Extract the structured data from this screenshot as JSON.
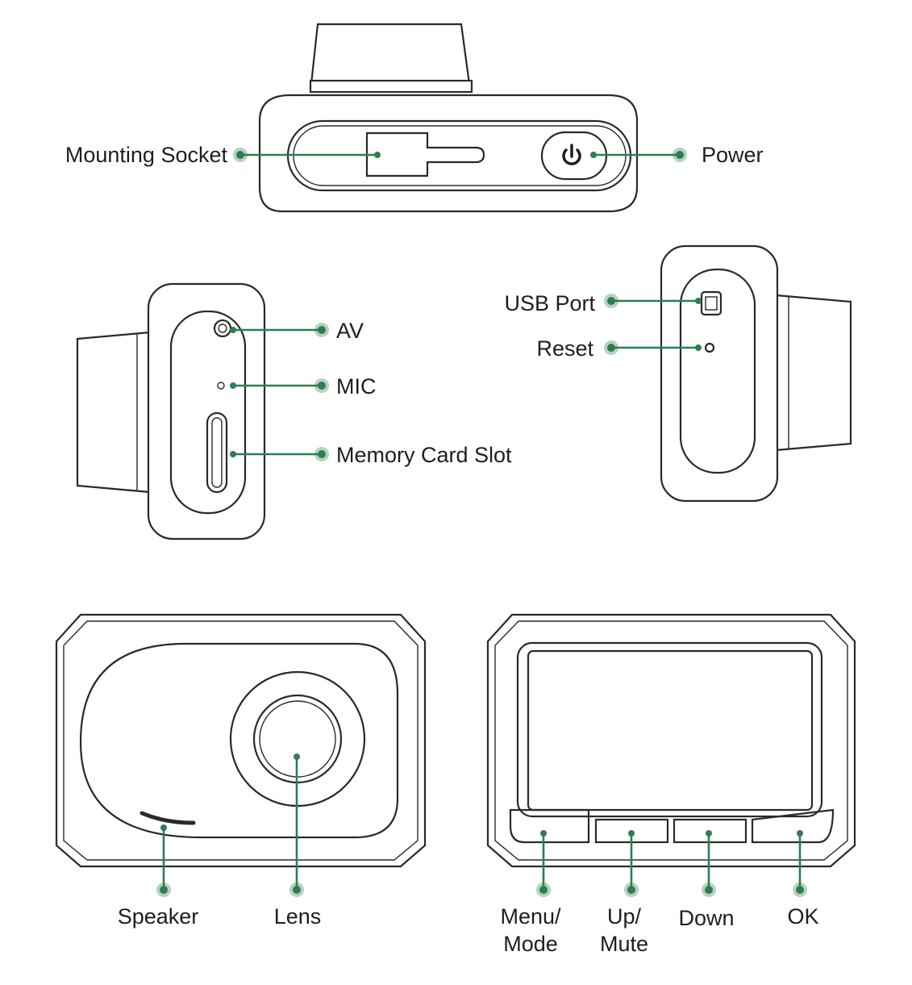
{
  "colors": {
    "accent": "#2f7d4f",
    "outline": "#2a2a2a",
    "text": "#1e1e1e"
  },
  "top_view": {
    "mounting_socket": "Mounting Socket",
    "power": "Power"
  },
  "left_side": {
    "av": "AV",
    "mic": "MIC",
    "memory_card_slot": "Memory Card Slot"
  },
  "right_side": {
    "usb_port": "USB Port",
    "reset": "Reset"
  },
  "front_view": {
    "speaker": "Speaker",
    "lens": "Lens"
  },
  "rear_view": {
    "menu_mode_line1": "Menu/",
    "menu_mode_line2": "Mode",
    "up_mute_line1": "Up/",
    "up_mute_line2": "Mute",
    "down": "Down",
    "ok": "OK"
  }
}
